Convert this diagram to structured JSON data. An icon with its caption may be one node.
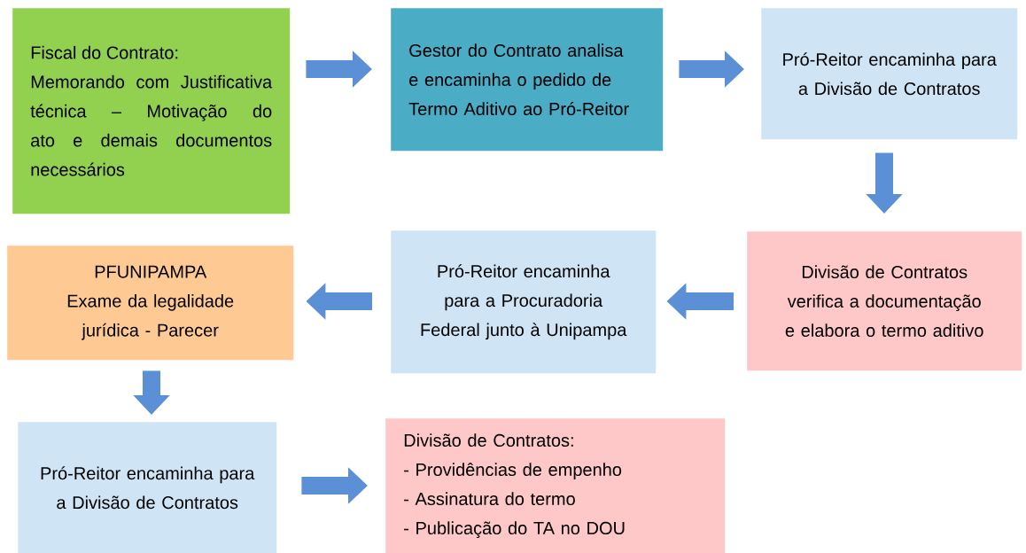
{
  "diagram": {
    "nodes": [
      {
        "text": [
          "Fiscal do Contrato:",
          "Memorando com Justificativa técnica – Motivação do ato e demais documentos necessários"
        ]
      },
      {
        "text": [
          "Gestor do Contrato analisa e encaminha o pedido de Termo Aditivo ao Pró-Reitor"
        ]
      },
      {
        "text": [
          "Pró-Reitor encaminha para a Divisão de Contratos"
        ]
      },
      {
        "text": [
          "Divisão de Contratos verifica a documentação e elabora o termo aditivo"
        ]
      },
      {
        "text": [
          "Pró-Reitor encaminha para a Procuradoria Federal junto à Unipampa"
        ]
      },
      {
        "text": [
          "PFUNIPAMPA",
          "Exame da legalidade jurídica - Parecer"
        ]
      },
      {
        "text": [
          "Pró-Reitor encaminha para a Divisão de Contratos"
        ]
      },
      {
        "text": [
          "Divisão de Contratos:",
          "- Providências de empenho",
          "- Assinatura do termo",
          "- Publicação do TA no DOU"
        ]
      }
    ],
    "edges": [
      {
        "from": 0,
        "to": 1,
        "arrow": "to"
      },
      {
        "from": 1,
        "to": 2,
        "arrow": "to"
      },
      {
        "from": 2,
        "to": 3,
        "arrow": "to"
      },
      {
        "from": 3,
        "to": 4,
        "arrow": "to"
      },
      {
        "from": 4,
        "to": 5,
        "arrow": "to"
      },
      {
        "from": 5,
        "to": 6,
        "arrow": "to"
      },
      {
        "from": 6,
        "to": 7,
        "arrow": "to"
      }
    ]
  }
}
